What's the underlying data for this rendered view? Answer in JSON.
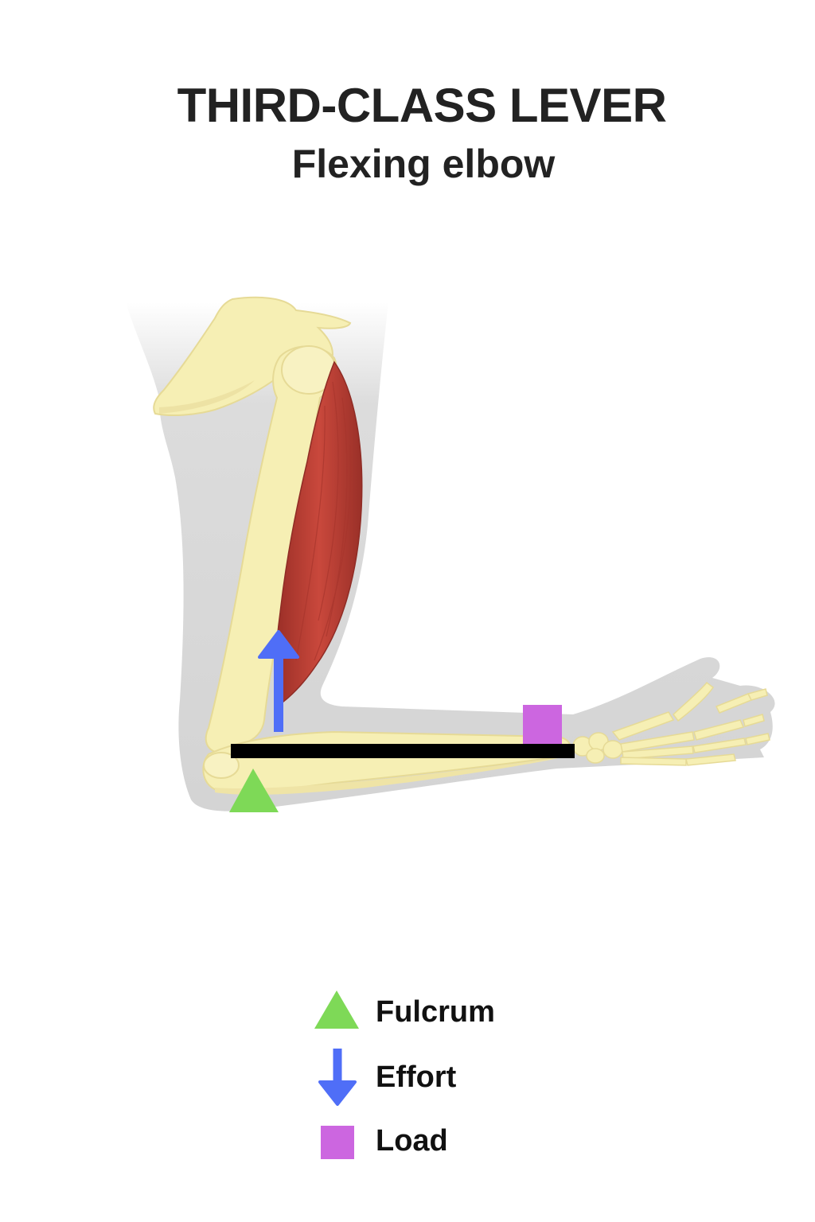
{
  "header": {
    "title": "THIRD-CLASS LEVER",
    "subtitle": "Flexing elbow"
  },
  "legend": {
    "items": [
      {
        "label": "Fulcrum",
        "icon": "triangle-icon",
        "color": "#7ed957"
      },
      {
        "label": "Effort",
        "icon": "arrow-down-icon",
        "color": "#4f6ef7"
      },
      {
        "label": "Load",
        "icon": "square-icon",
        "color": "#cc66e0"
      }
    ]
  },
  "colors": {
    "bone": "#f6efb4",
    "bone_shadow": "#e6da96",
    "muscle": "#c0443a",
    "muscle_dark": "#8f2c25",
    "silhouette": "#d6d6d6",
    "lever_bar": "#000000",
    "fulcrum": "#7ed957",
    "effort": "#4f6ef7",
    "load": "#cc66e0"
  }
}
